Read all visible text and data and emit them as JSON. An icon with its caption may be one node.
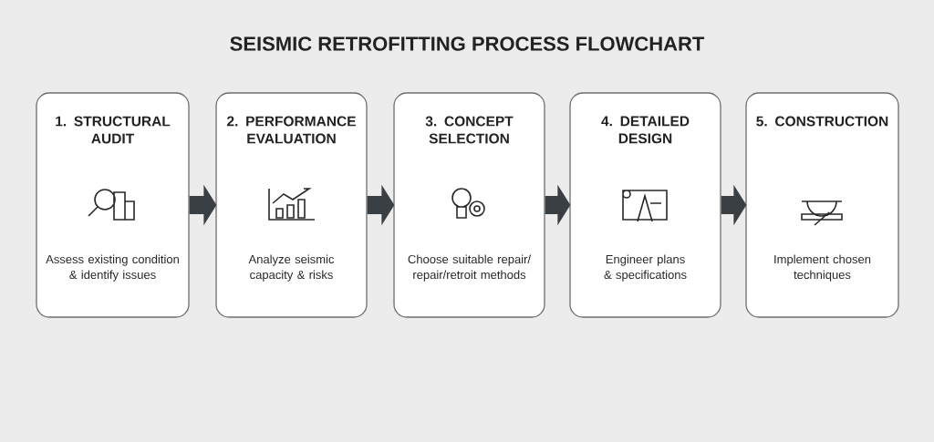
{
  "diagram": {
    "title": "SEISMIC RETROFITTING PROCESS FLOWCHART",
    "nodes": [
      {
        "text": [
          "1. STRUCTURAL AUDIT",
          "Assess existing condition & identify issues"
        ]
      },
      {
        "text": [
          "2. PERFORMANCE EVALUATION",
          "Analyze seismic capacity & risks"
        ]
      },
      {
        "text": [
          "3. CONCEPT SELECTION",
          "Choose suitable repair/ repair/retroit methods"
        ]
      },
      {
        "text": [
          "4. DETAILED DESIGN",
          "Engineer plans & specifications"
        ]
      },
      {
        "text": [
          "5. CONSTRUCTION",
          "Implement chosen techniques"
        ]
      }
    ],
    "edges": [
      {
        "from": 0,
        "to": 1,
        "arrow": "to"
      },
      {
        "from": 1,
        "to": 2,
        "arrow": "to"
      },
      {
        "from": 2,
        "to": 3,
        "arrow": "to"
      },
      {
        "from": 3,
        "to": 4,
        "arrow": "to"
      }
    ]
  }
}
